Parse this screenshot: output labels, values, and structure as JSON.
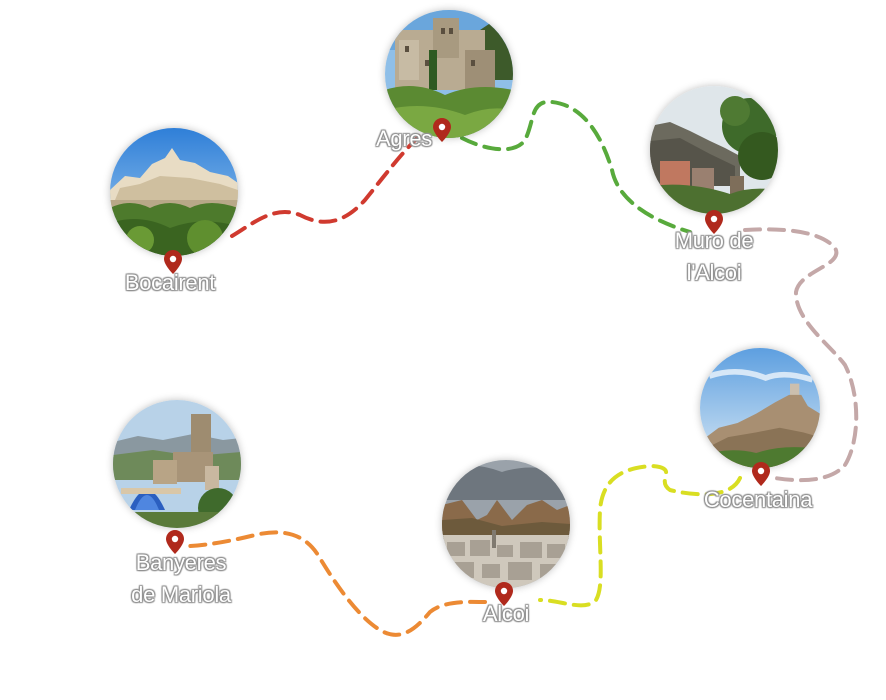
{
  "towns": {
    "bocairent": {
      "name": "Bocairent"
    },
    "agres": {
      "name": "Agres"
    },
    "muro": {
      "line1": "Muro de",
      "line2": "l'Alcoi"
    },
    "cocentaina": {
      "name": "Cocentaina"
    },
    "alcoi": {
      "name": "Alcoi"
    },
    "banyeres": {
      "line1": "Banyeres",
      "line2": "de Mariola"
    }
  },
  "route_colors": {
    "bocairent_agres": "#d03a2f",
    "agres_muro": "#58aa3c",
    "muro_cocentaina": "#c4a8a8",
    "cocentaina_alcoi": "#d9de22",
    "alcoi_banyeres": "#ec8a34"
  },
  "pin_color": "#b0291c"
}
